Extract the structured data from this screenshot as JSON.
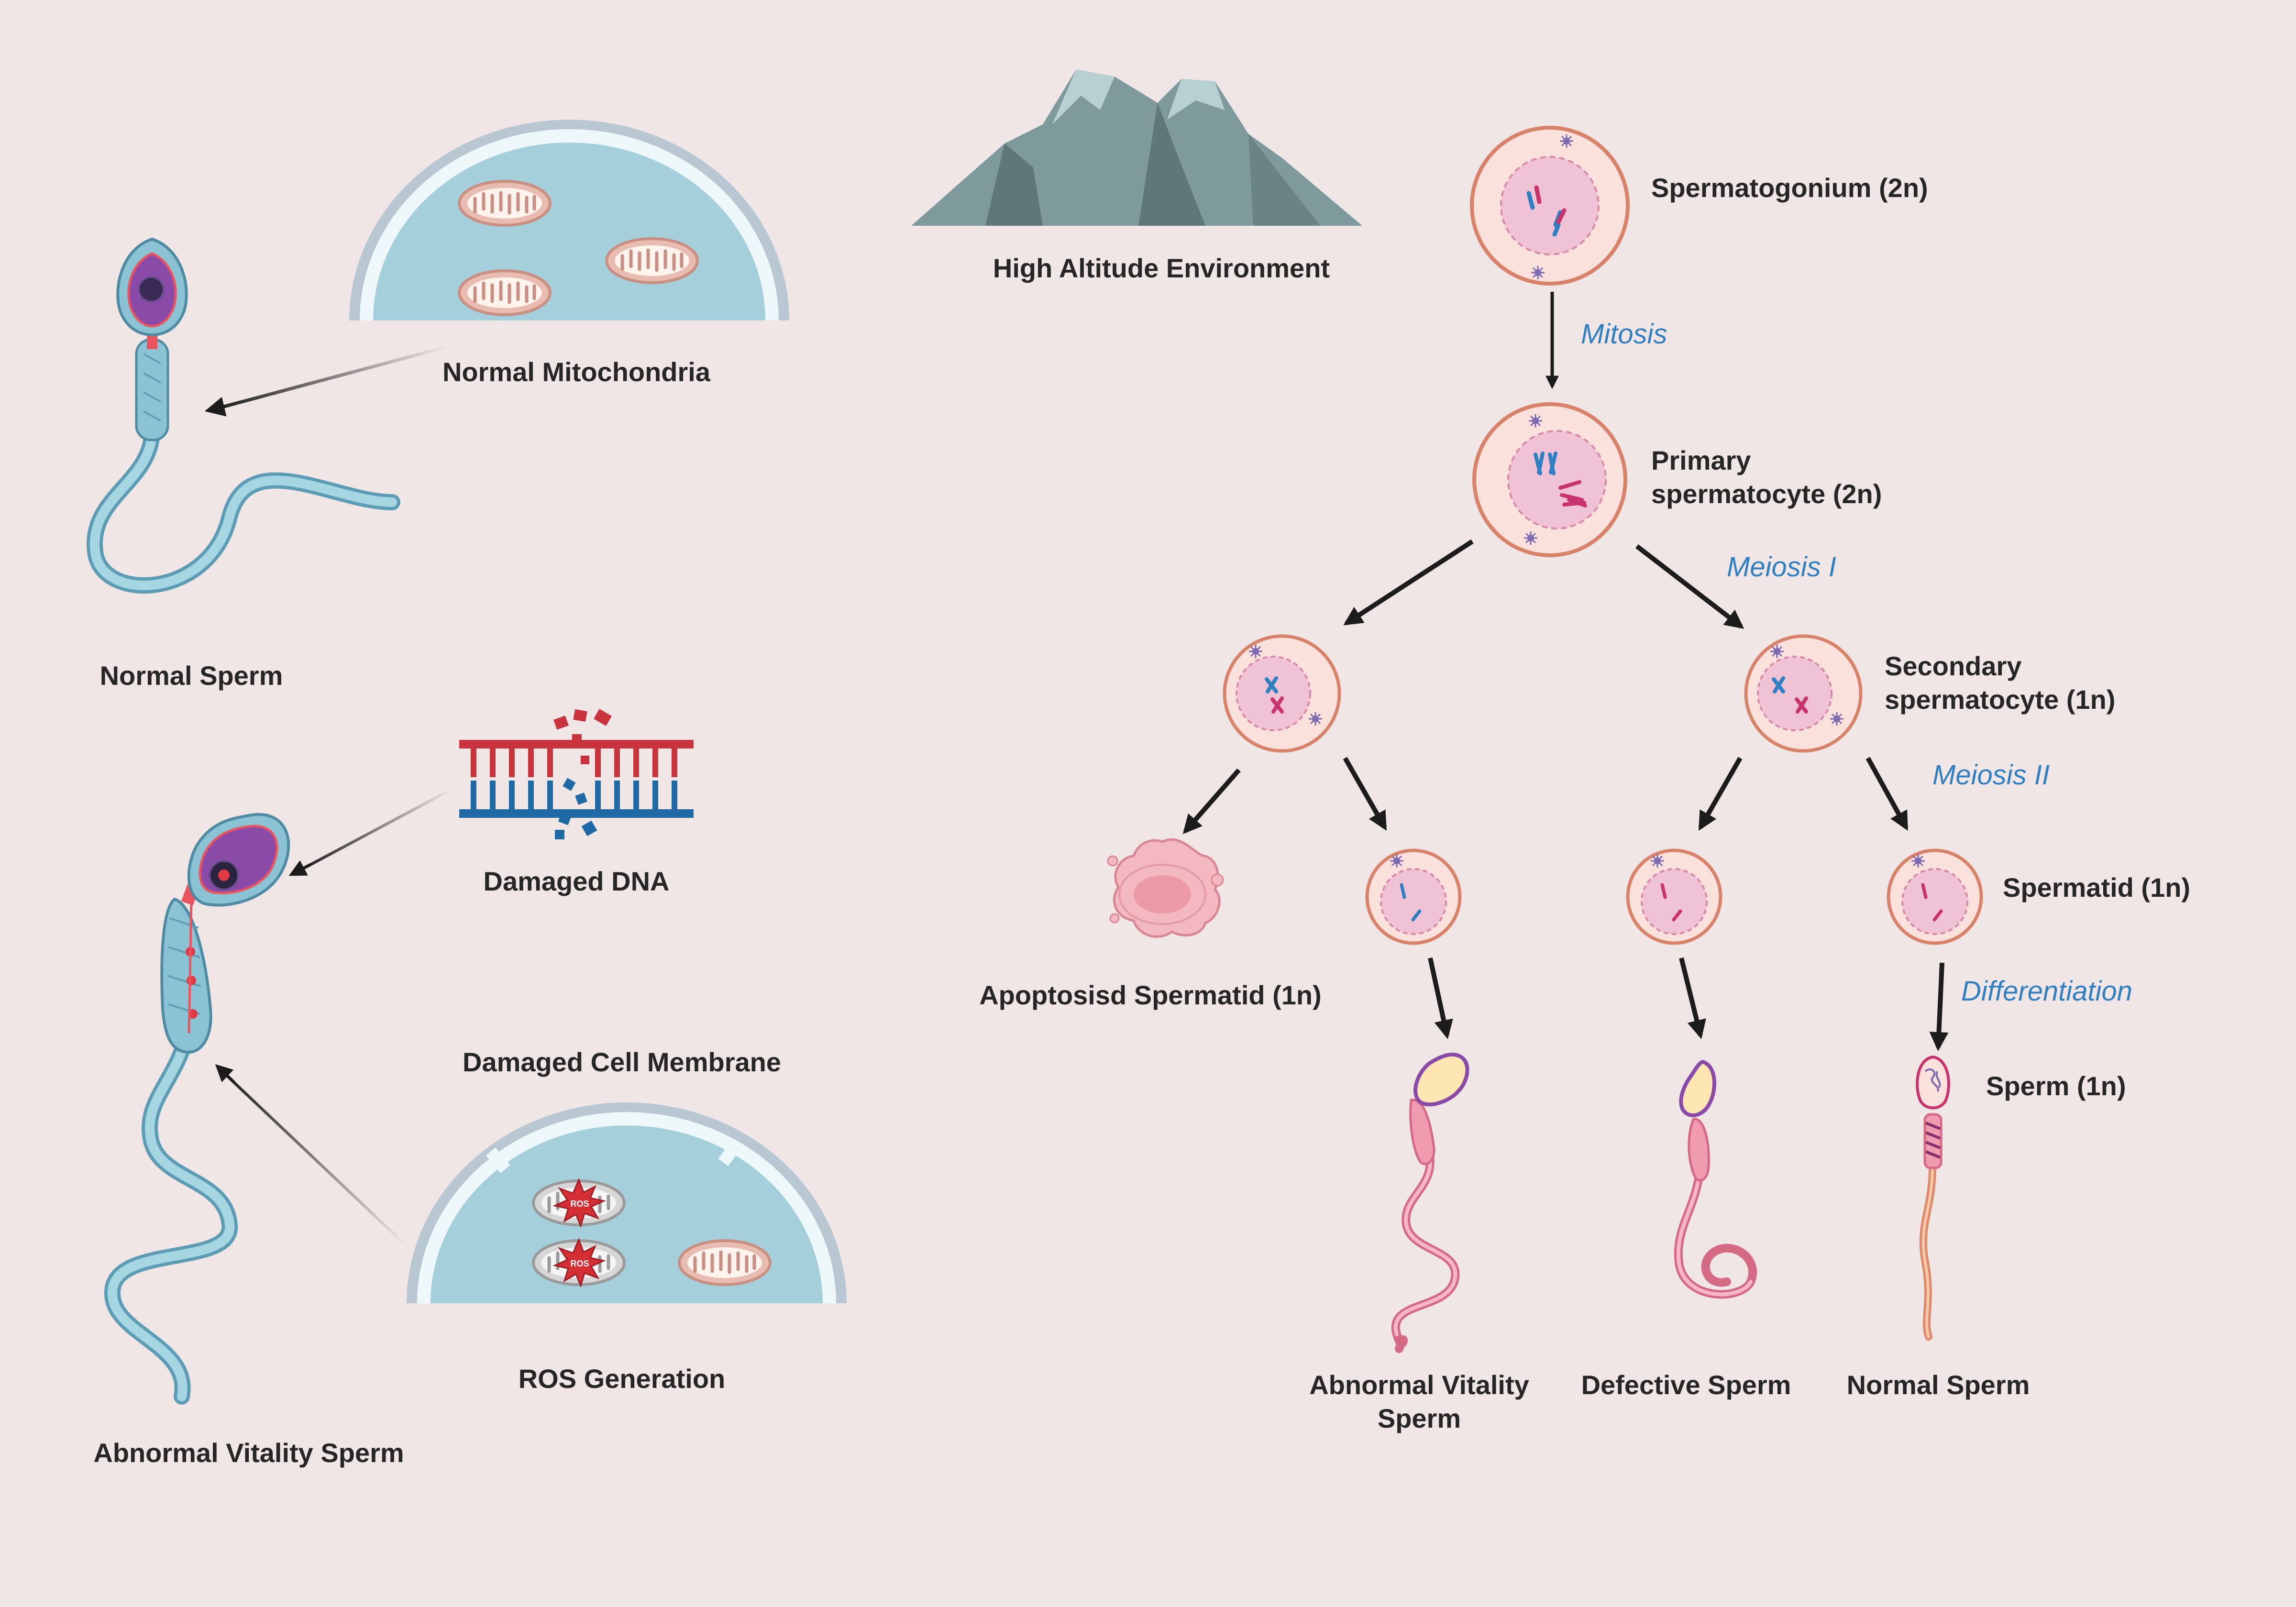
{
  "left_panel": {
    "normal_mitochondria_label": "Normal Mitochondria",
    "normal_sperm_label": "Normal Sperm",
    "damaged_dna_label": "Damaged DNA",
    "damaged_membrane_label": "Damaged Cell Membrane",
    "ros_generation_label": "ROS Generation",
    "abnormal_sperm_label": "Abnormal Vitality Sperm",
    "ros_tag": "ROS"
  },
  "environment": {
    "label": "High Altitude Environment"
  },
  "pathway": {
    "spermatogonium": "Spermatogonium (2n)",
    "mitosis": "Mitosis",
    "primary_line1": "Primary",
    "primary_line2": "spermatocyte (2n)",
    "meiosis1": "Meiosis I",
    "secondary_line1": "Secondary",
    "secondary_line2": "spermatocyte (1n)",
    "meiosis2": "Meiosis II",
    "apoptosis": "Apoptosisd Spermatid (1n)",
    "spermatid": "Spermatid (1n)",
    "differentiation": "Differentiation",
    "sperm_1n": "Sperm (1n)",
    "outcome_abnormal_line1": "Abnormal Vitality",
    "outcome_abnormal_line2": "Sperm",
    "outcome_defective": "Defective Sperm",
    "outcome_normal": "Normal Sperm"
  },
  "colors": {
    "background": "#f1e6e6",
    "cell_fill": "#fbe1dc",
    "cell_stroke": "#d9826a",
    "nucleus_fill": "#efc3d5",
    "process_text": "#2f7fc1",
    "mito_bg": "#a6cfdc",
    "sperm_blue": "#8cc3d4",
    "sperm_purple": "#8a4aa8",
    "dna_red": "#c8333d",
    "dna_blue": "#1f6aa5",
    "mountain": "#7f9a9c"
  }
}
